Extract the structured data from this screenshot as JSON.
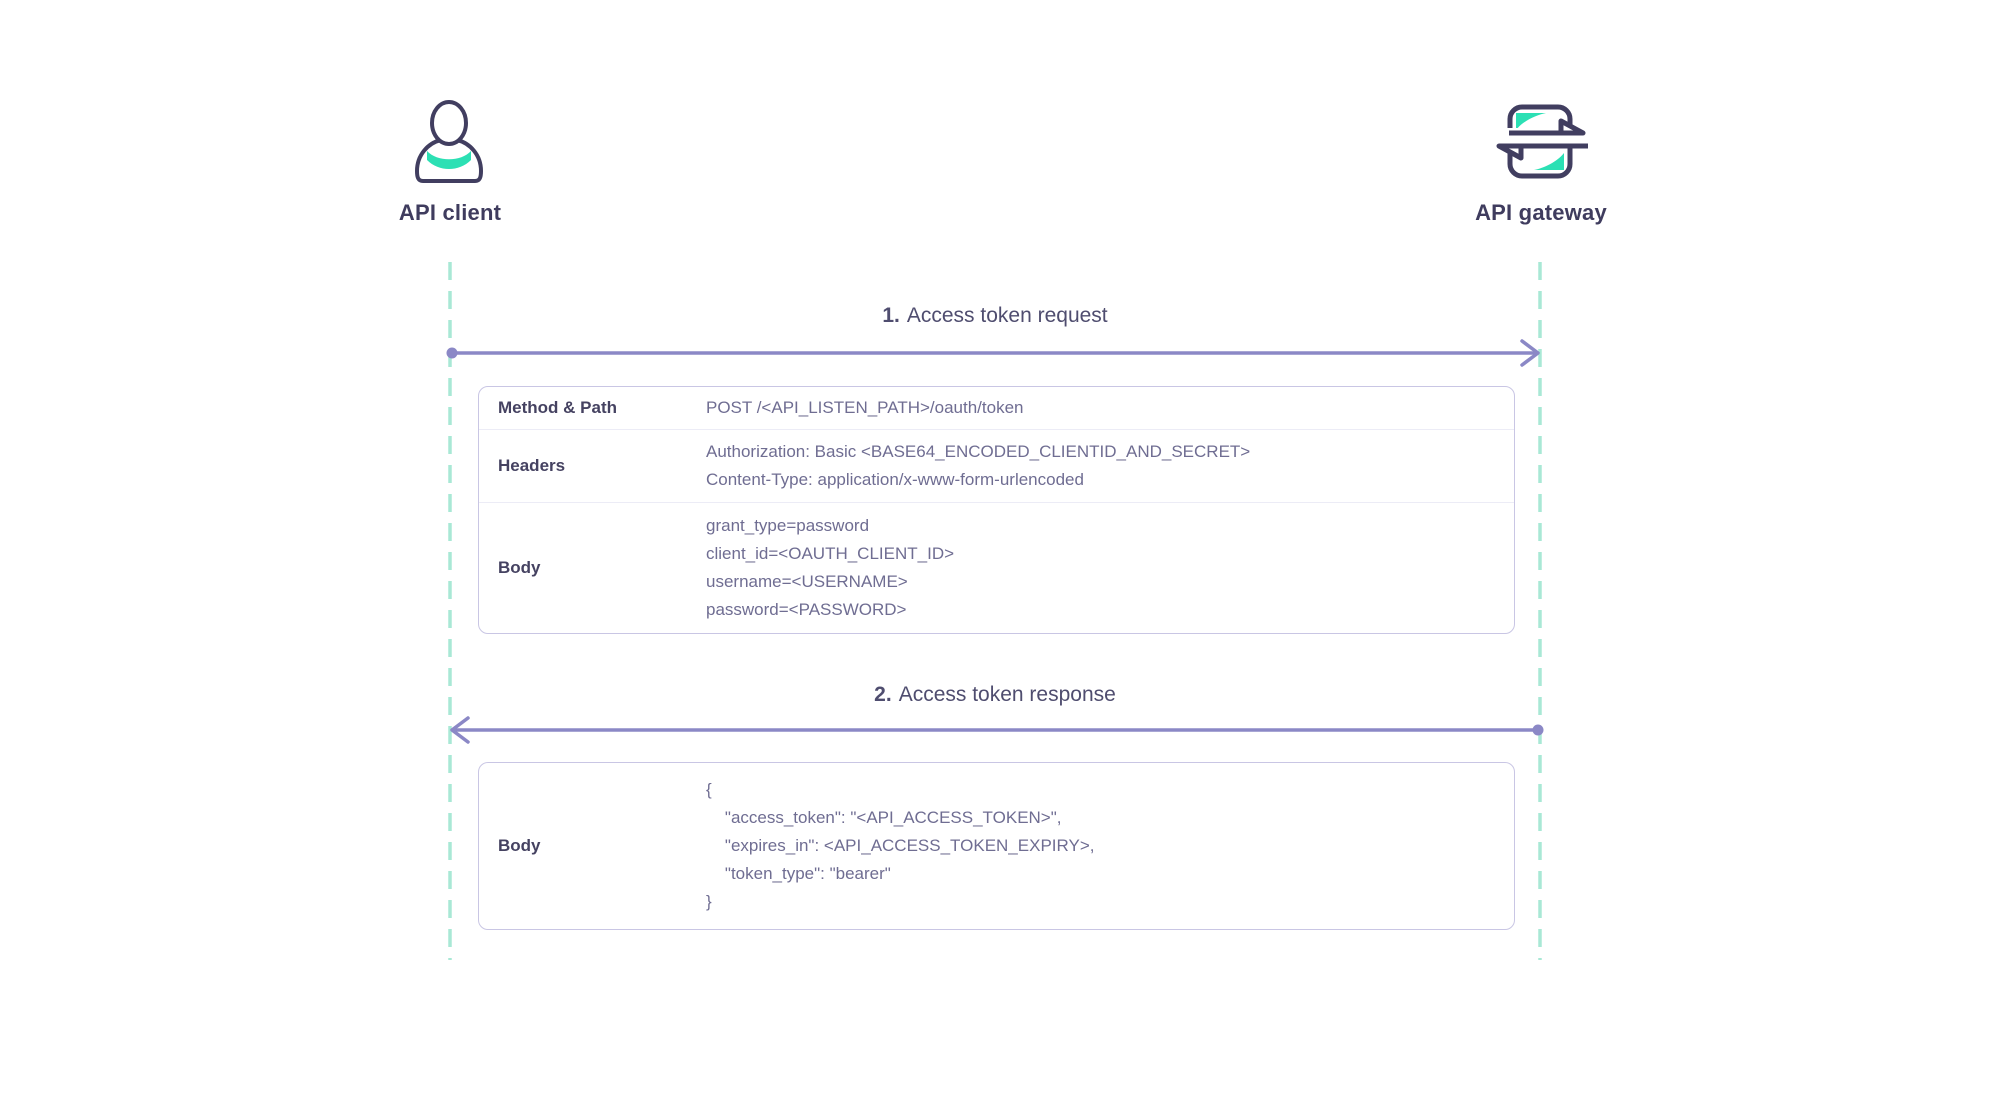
{
  "diagram": {
    "actors": {
      "client": {
        "label": "API client"
      },
      "gateway": {
        "label": "API gateway"
      }
    },
    "messages": [
      {
        "number": "1.",
        "label": "Access token request",
        "direction": "right"
      },
      {
        "number": "2.",
        "label": "Access token response",
        "direction": "left"
      }
    ],
    "request_table": {
      "rows": [
        {
          "label": "Method & Path",
          "lines": [
            "POST /<API_LISTEN_PATH>/oauth/token"
          ]
        },
        {
          "label": "Headers",
          "lines": [
            "Authorization: Basic <BASE64_ENCODED_CLIENTID_AND_SECRET>",
            "Content-Type: application/x-www-form-urlencoded"
          ]
        },
        {
          "label": "Body",
          "lines": [
            "grant_type=password",
            "client_id=<OAUTH_CLIENT_ID>",
            "username=<USERNAME>",
            "password=<PASSWORD>"
          ]
        }
      ]
    },
    "response_table": {
      "rows": [
        {
          "label": "Body",
          "lines": [
            "{",
            "    \"access_token\": \"<API_ACCESS_TOKEN>\",",
            "    \"expires_in\": <API_ACCESS_TOKEN_EXPIRY>,",
            "    \"token_type\": \"bearer\"",
            "}"
          ]
        }
      ]
    },
    "colors": {
      "icon_navy": "#413e60",
      "accent_teal": "#2ce0b4",
      "lifeline_mint": "#a9e8d5",
      "arrow_purple": "#8b88c6",
      "caption_text": "#4f4d6f",
      "table_label_text": "#454261",
      "table_value_text": "#6f6d92",
      "table_border": "#c9c6e4",
      "row_separator": "#ececf6"
    }
  }
}
